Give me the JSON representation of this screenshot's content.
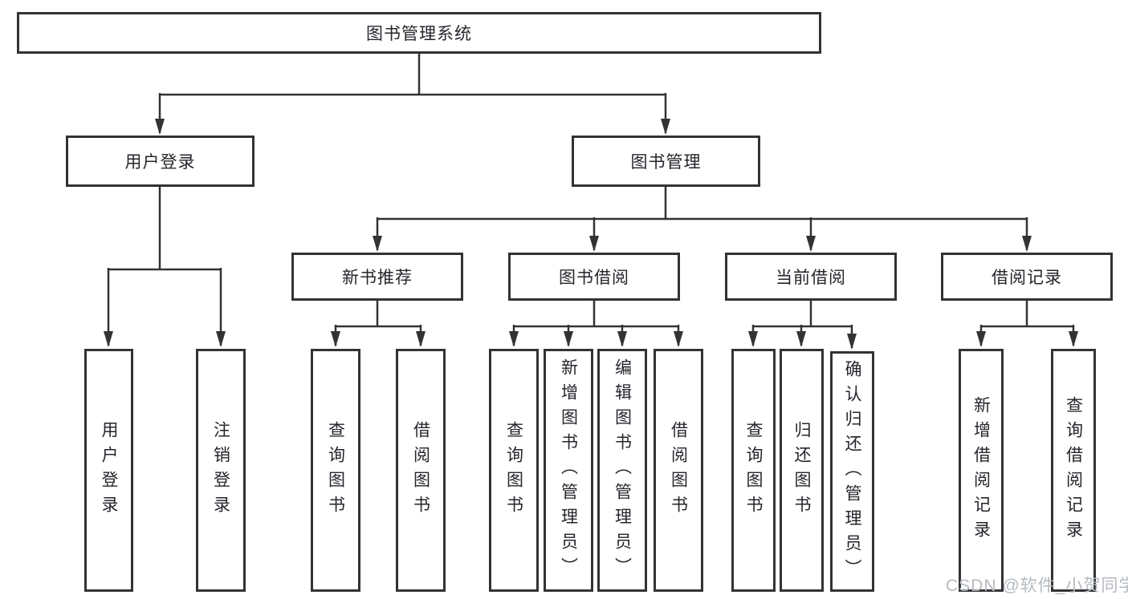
{
  "diagram_type": "hierarchy-tree",
  "tree": {
    "label": "图书管理系统",
    "children": [
      {
        "label": "用户登录",
        "children": [
          {
            "label": "用户登录"
          },
          {
            "label": "注销登录"
          }
        ]
      },
      {
        "label": "图书管理",
        "children": [
          {
            "label": "新书推荐",
            "children": [
              {
                "label": "查询图书"
              },
              {
                "label": "借阅图书"
              }
            ]
          },
          {
            "label": "图书借阅",
            "children": [
              {
                "label": "查询图书"
              },
              {
                "label": "新增图书（管理员）"
              },
              {
                "label": "编辑图书（管理员）"
              },
              {
                "label": "借阅图书"
              }
            ]
          },
          {
            "label": "当前借阅",
            "children": [
              {
                "label": "查询图书"
              },
              {
                "label": "归还图书"
              },
              {
                "label": "确认归还（管理员）"
              }
            ]
          },
          {
            "label": "借阅记录",
            "children": [
              {
                "label": "新增借阅记录"
              },
              {
                "label": "查询借阅记录"
              }
            ]
          }
        ]
      }
    ]
  },
  "watermark": {
    "text": "CSDN @软件_小贺同学"
  },
  "colors": {
    "line": "#333333",
    "text": "#24262b",
    "watermark": "#b4bac0",
    "background": "#ffffff"
  }
}
